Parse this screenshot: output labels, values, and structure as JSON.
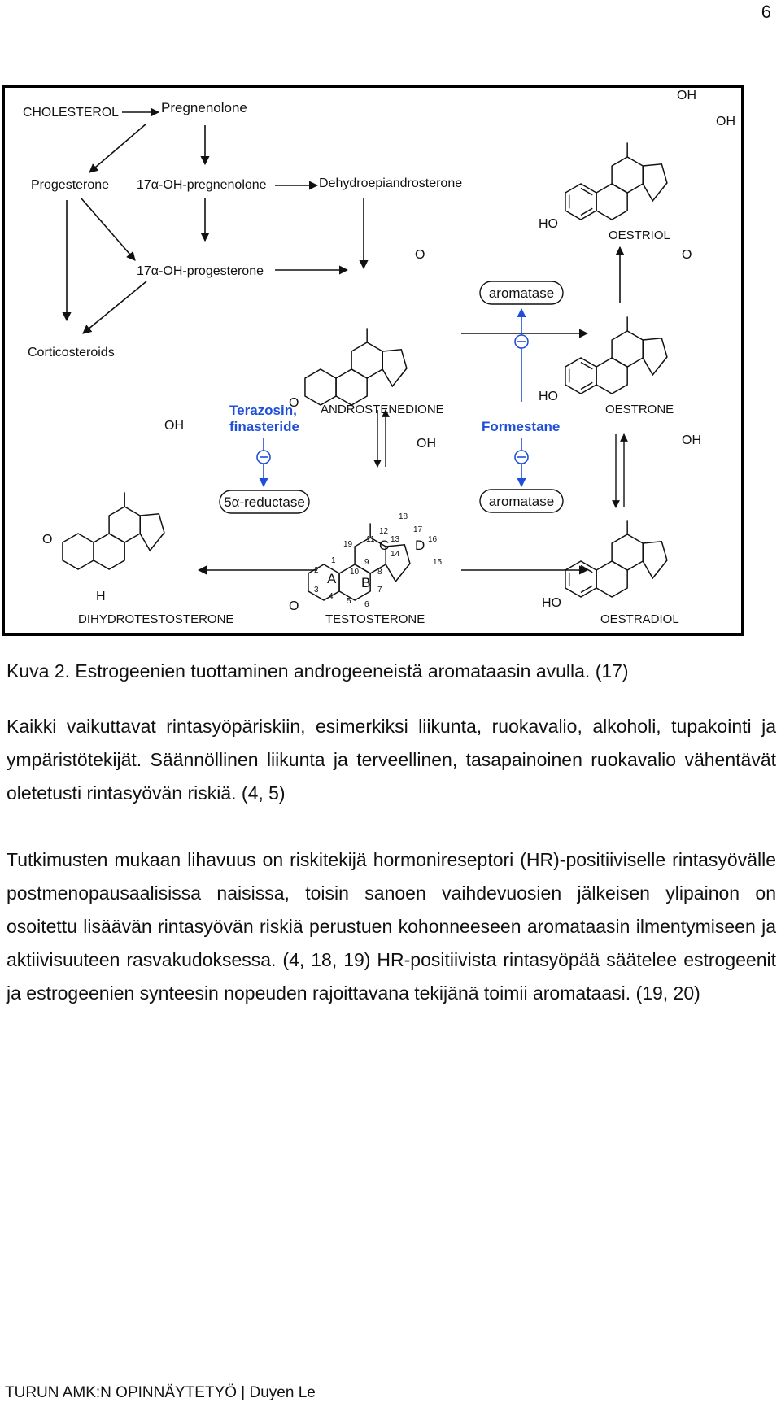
{
  "page_number": "6",
  "figure": {
    "compounds": {
      "cholesterol": "CHOLESTEROL",
      "pregnenolone": "Pregnenolone",
      "progesterone": "Progesterone",
      "oh_pregnenolone": "17α-OH-pregnenolone",
      "dhea": "Dehydroepiandrosterone",
      "oh_progesterone": "17α-OH-progesterone",
      "corticosteroids": "Corticosteroids",
      "androstenedione": "ANDROSTENEDIONE",
      "testosterone": "TESTOSTERONE",
      "dihydrotestosterone": "DIHYDROTESTOSTERONE",
      "oestrone": "OESTRONE",
      "oestriol": "OESTRIOL",
      "oestradiol": "OESTRADIOL"
    },
    "enzymes": {
      "aromatase_top": "aromatase",
      "aromatase_bottom": "aromatase",
      "reductase": "5α-reductase"
    },
    "inhibitors": {
      "terazosin_line1": "Terazosin,",
      "terazosin_line2": "finasteride",
      "formestane": "Formestane",
      "minus": "−"
    },
    "groups": {
      "oh": "OH",
      "ho": "HO",
      "o": "O",
      "h": "H"
    },
    "ring_letters": [
      "A",
      "B",
      "C",
      "D"
    ],
    "carbon_numbers": [
      "1",
      "2",
      "3",
      "4",
      "5",
      "6",
      "7",
      "8",
      "9",
      "10",
      "11",
      "12",
      "13",
      "14",
      "15",
      "16",
      "17",
      "18",
      "19"
    ],
    "colors": {
      "inhibitor": "#1f4fd8",
      "frame": "#000000"
    }
  },
  "caption": "Kuva 2. Estrogeenien tuottaminen androgeeneistä aromataasin avulla. (17)",
  "paragraphs": [
    "Kaikki vaikuttavat rintasyöpäriskiin, esimerkiksi liikunta, ruokavalio, alkoholi, tu­pakointi ja ympäristötekijät. Säännöllinen liikunta ja terveellinen, tasapainoinen ruokavalio vähentävät oletetusti rintasyövän riskiä. (4, 5)",
    "Tutkimusten mukaan lihavuus on riskitekijä hormonireseptori (HR)-positiiviselle rintasyövälle postmenopausaalisissa naisissa, toisin sanoen vaihdevuosien jäl­keisen ylipainon on osoitettu lisäävän rintasyövän riskiä perustuen kohonnee­seen aromataasin ilmentymiseen ja aktiivisuuteen rasvakudoksessa. (4, 18, 19) HR-positiivista rintasyöpää säätelee estrogeenit ja estrogeenien synteesin no­peuden rajoittavana tekijänä toimii aromataasi. (19, 20)"
  ],
  "footer": "TURUN AMK:N OPINNÄYTETYÖ | Duyen Le"
}
